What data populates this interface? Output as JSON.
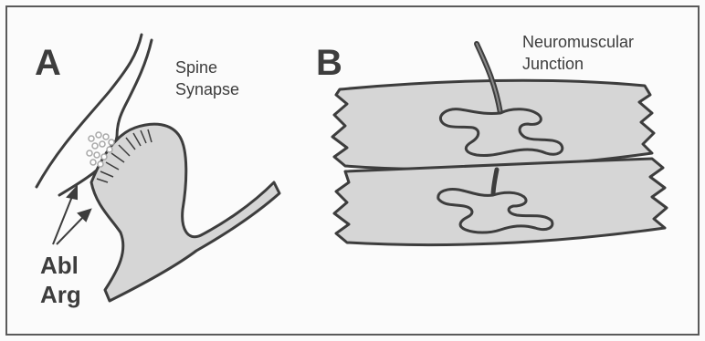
{
  "panel_a": {
    "letter": "A",
    "caption_line1": "Spine",
    "caption_line2": "Synapse",
    "label_line1": "Abl",
    "label_line2": "Arg"
  },
  "panel_b": {
    "letter": "B",
    "caption_line1": "Neuromuscular",
    "caption_line2": "Junction"
  },
  "colors": {
    "fill": "#d6d6d6",
    "stroke": "#3d3d3d",
    "vesicle": "#a8a8a8"
  }
}
